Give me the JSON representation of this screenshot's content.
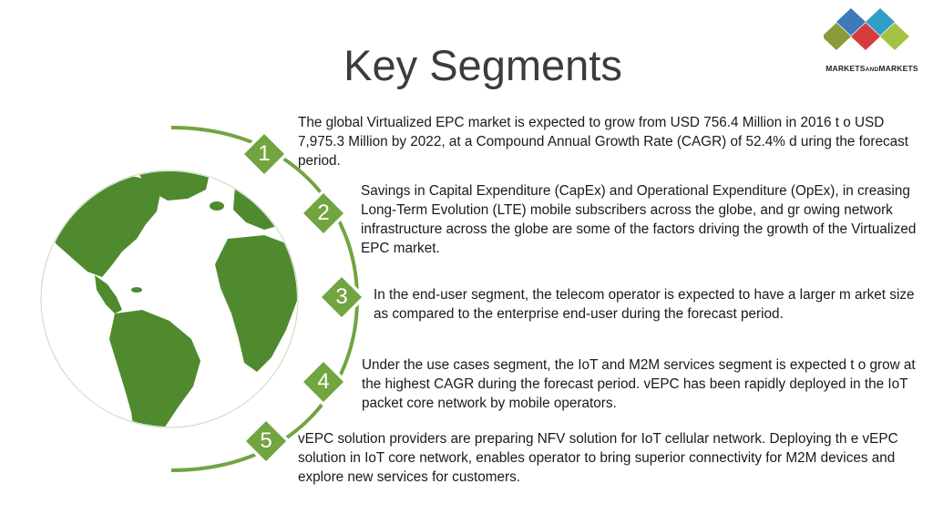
{
  "slide": {
    "title": "Key Segments"
  },
  "logo": {
    "text_main": "MARKETS",
    "text_and": "AND",
    "text_end": "MARKETS",
    "colors": [
      "#3d7ab8",
      "#2f9fc5",
      "#d63b3b",
      "#8a9c3a",
      "#a4c243"
    ]
  },
  "theme": {
    "accent": "#72a440",
    "globe": "#4f8a2f"
  },
  "segments": [
    {
      "number": "1",
      "text": "The global Virtualized EPC market is expected to grow from USD 756.4 Million in 2016 t o USD 7,975.3 Million by 2022, at a Compound Annual Growth Rate (CAGR) of 52.4% d uring the forecast period."
    },
    {
      "number": "2",
      "text": "Savings in Capital Expenditure (CapEx) and Operational Expenditure (OpEx), in creasing Long-Term Evolution (LTE) mobile subscribers across the globe, and gr owing network infrastructure across the globe are some of the factors driving the growth of the Virtualized EPC market."
    },
    {
      "number": "3",
      "text": "In the end-user segment, the telecom operator is expected to have a larger m arket size as compared to the enterprise end-user during the forecast period."
    },
    {
      "number": "4",
      "text": "Under the use cases segment, the IoT and M2M services segment is expected t o grow at the highest CAGR during the forecast period. vEPC has been rapidly deployed in the IoT packet core network by mobile operators."
    },
    {
      "number": "5",
      "text": "vEPC solution providers are preparing NFV solution for IoT cellular network. Deploying th e vEPC solution in IoT core network,  enables operator to  bring superior connectivity for M2M devices and explore new services for customers."
    }
  ]
}
